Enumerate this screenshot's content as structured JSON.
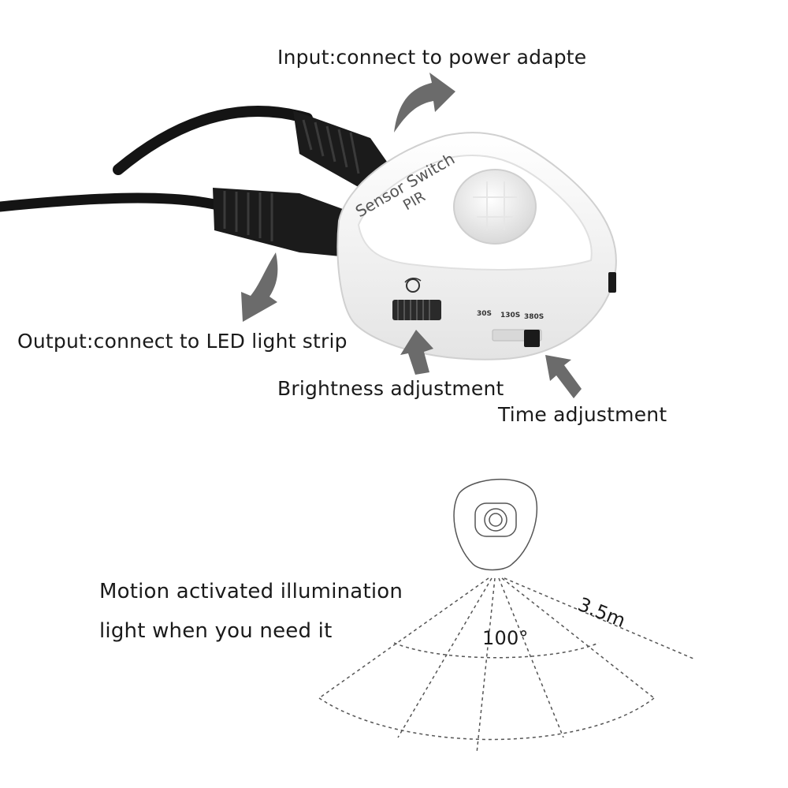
{
  "labels": {
    "input": "Input:connect to power adapte",
    "output": "Output:connect to LED light strip",
    "brightness": "Brightness adjustment",
    "time": "Time adjustment"
  },
  "device_text": {
    "name_line1": "Sensor Switch",
    "name_line2": "PIR",
    "time_30": "30S",
    "time_130": "130S",
    "time_380": "380S"
  },
  "diagram": {
    "motion_line1": "Motion activated illumination",
    "motion_line2": "light when you need it",
    "angle": "100°",
    "range": "3.5m"
  },
  "colors": {
    "arrow": "#6b6b6b",
    "cable": "#141414",
    "device_body": "#f4f4f4",
    "diagram_line": "#555555"
  },
  "icons": [
    "arrow-up-right-icon",
    "arrow-down-left-icon",
    "arrow-up-icon",
    "arrow-up-left-icon",
    "bulb-dial-icon"
  ]
}
